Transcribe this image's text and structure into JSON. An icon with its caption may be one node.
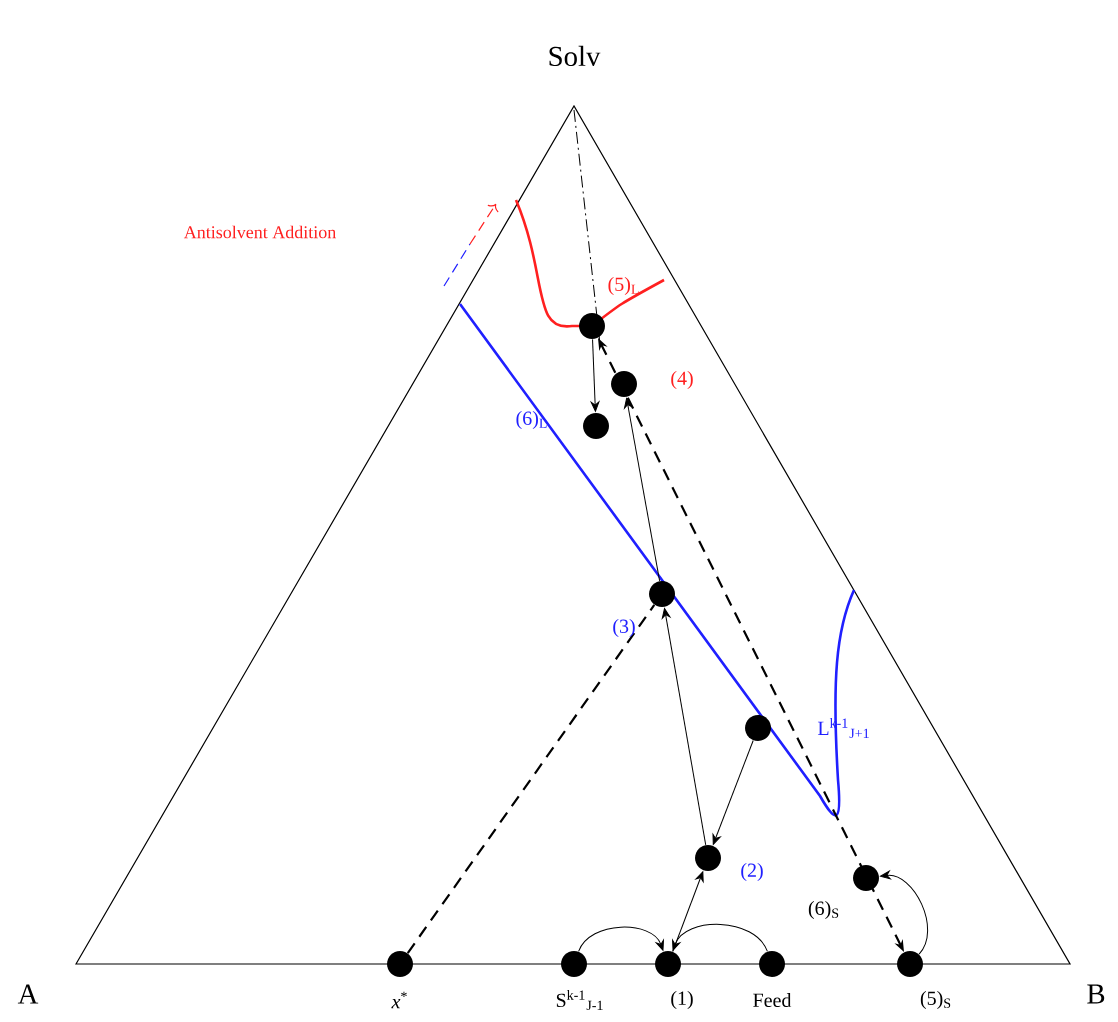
{
  "diagram": {
    "nodes": [
      {
        "text": [],
        "shape": "circle",
        "beside": [
          "*x*$^{*}$"
        ]
      },
      {
        "text": [],
        "shape": "circle",
        "beside": [
          "S$^{k-1}$$_{J-1}$"
        ]
      },
      {
        "text": [],
        "shape": "circle",
        "beside": [
          "(1)"
        ]
      },
      {
        "text": [],
        "shape": "circle",
        "beside": [
          "Feed"
        ]
      },
      {
        "text": [],
        "shape": "circle",
        "beside": [
          "(5)$_{S}$"
        ]
      },
      {
        "text": [],
        "shape": "circle",
        "beside": [
          "(6)$_{S}$"
        ]
      },
      {
        "text": [],
        "shape": "circle",
        "beside": [
          "(2)"
        ]
      },
      {
        "text": [],
        "shape": "circle",
        "beside": [
          "L$^{k-1}$$_{J+1}$"
        ]
      },
      {
        "text": [],
        "shape": "circle",
        "beside": [
          "(3)"
        ]
      },
      {
        "text": [],
        "shape": "circle",
        "beside": [
          "(6)$_{L}$"
        ]
      },
      {
        "text": [],
        "shape": "circle",
        "beside": [
          "(4)"
        ]
      },
      {
        "text": [],
        "shape": "circle",
        "beside": [
          "(5)$_{L}$"
        ]
      }
    ],
    "edges": [
      {
        "from": 1,
        "to": 2,
        "arrow": "to"
      },
      {
        "from": 3,
        "to": 2,
        "arrow": "to"
      },
      {
        "from": 2,
        "to": 6,
        "arrow": "to"
      },
      {
        "from": 7,
        "to": 6,
        "arrow": "to"
      },
      {
        "from": 6,
        "to": 8,
        "arrow": "to"
      },
      {
        "from": 8,
        "to": 10,
        "arrow": "to"
      },
      {
        "from": 11,
        "to": 9,
        "arrow": "to"
      },
      {
        "from": 0,
        "to": 8,
        "arrow": "none",
        "style": "dashed"
      },
      {
        "from": 4,
        "to": 11,
        "arrow": "both",
        "style": "dashed"
      },
      {
        "from": 4,
        "to": 5,
        "arrow": "to"
      }
    ],
    "labels": [
      "Solv",
      "A",
      "B",
      "Antisolvent Addition"
    ]
  }
}
